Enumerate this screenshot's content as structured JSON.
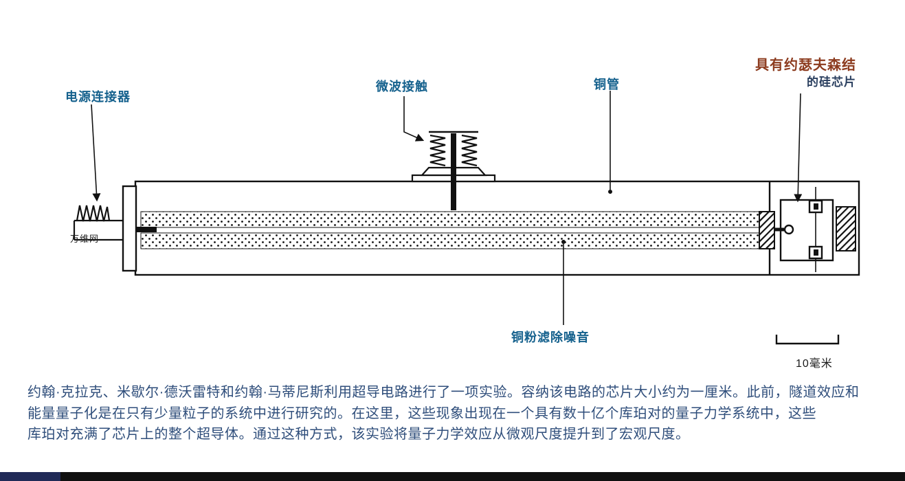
{
  "colors": {
    "label_blue": "#15618d",
    "josephson_brown": "#8c3b1e",
    "chip_navy": "#2a3f5f",
    "caption_blue": "#2f4e7b",
    "line_black": "#111111"
  },
  "diagram": {
    "labels": {
      "power_connector": "电源连接器",
      "microwave_contact": "微波接触",
      "copper_tube": "铜管",
      "josephson_chip_line1": "具有约瑟夫森结",
      "josephson_chip_line2": "的硅芯片",
      "copper_powder_filter": "铜粉滤除噪音",
      "scale": "10毫米"
    },
    "watermark": "万维网"
  },
  "caption": {
    "line1": "约翰·克拉克、米歇尔·德沃雷特和约翰·马蒂尼斯利用超导电路进行了一项实验。容纳该电路的芯片大小约为一厘米。此前，隧道效应和",
    "line2": "能量量子化是在只有少量粒子的系统中进行研究的。在这里，这些现象出现在一个具有数十亿个库珀对的量子力学系统中，这些",
    "line3": "库珀对充满了芯片上的整个超导体。通过这种方式，该实验将量子力学效应从微观尺度提升到了宏观尺度。"
  }
}
